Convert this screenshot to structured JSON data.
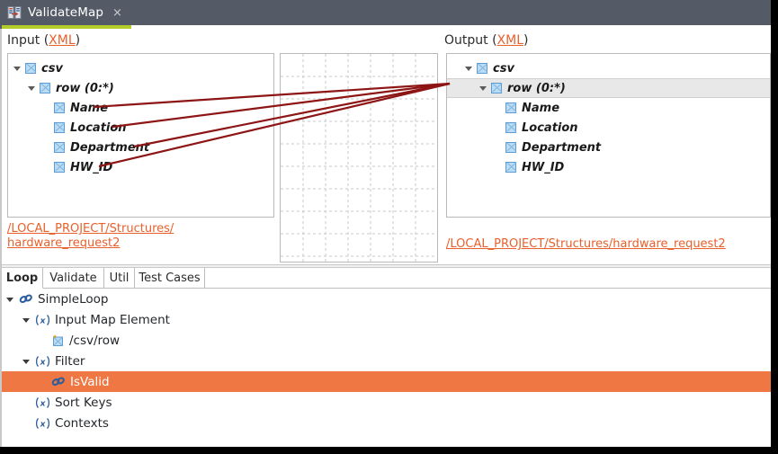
{
  "window": {
    "tab": {
      "title": "ValidateMap",
      "close_label": "×",
      "icon": "map-document-icon"
    },
    "accent_color": "#b4cc2a",
    "titlebar_color": "#555b66"
  },
  "mapping": {
    "input_panel": {
      "header_prefix": "Input (",
      "header_link": "XML",
      "header_suffix": ")",
      "path": "/LOCAL_PROJECT/Structures/\nhardware_request2",
      "tree": [
        {
          "label": "csv",
          "depth": 0,
          "expanded": true,
          "icon": "element-icon"
        },
        {
          "label": "row (0:*)",
          "depth": 1,
          "expanded": true,
          "icon": "element-icon"
        },
        {
          "label": "Name",
          "depth": 2,
          "expanded": false,
          "icon": "element-icon"
        },
        {
          "label": "Location",
          "depth": 2,
          "expanded": false,
          "icon": "element-icon"
        },
        {
          "label": "Department",
          "depth": 2,
          "expanded": false,
          "icon": "element-icon"
        },
        {
          "label": "HW_ID",
          "depth": 2,
          "expanded": false,
          "icon": "element-icon"
        }
      ]
    },
    "output_panel": {
      "header_prefix": "Output (",
      "header_link": "XML",
      "header_suffix": ")",
      "path": "/LOCAL_PROJECT/Structures/hardware_request2",
      "tree": [
        {
          "label": "csv",
          "depth": 0,
          "expanded": true,
          "icon": "element-icon",
          "selected": false,
          "marker": false
        },
        {
          "label": "row (0:*)",
          "depth": 1,
          "expanded": true,
          "icon": "element-icon",
          "selected": true,
          "marker": true
        },
        {
          "label": "Name",
          "depth": 2,
          "expanded": false,
          "icon": "element-icon",
          "selected": false,
          "marker": false
        },
        {
          "label": "Location",
          "depth": 2,
          "expanded": false,
          "icon": "element-icon",
          "selected": false,
          "marker": false
        },
        {
          "label": "Department",
          "depth": 2,
          "expanded": false,
          "icon": "element-icon",
          "selected": false,
          "marker": false
        },
        {
          "label": "HW_ID",
          "depth": 2,
          "expanded": false,
          "icon": "element-icon",
          "selected": false,
          "marker": false
        }
      ]
    },
    "links": {
      "color": "#8e1515",
      "grid_color": "#c8c8c8",
      "grid_spacing": 25,
      "connections": [
        {
          "from": "Name",
          "to": "row (0:*)"
        },
        {
          "from": "Location",
          "to": "row (0:*)"
        },
        {
          "from": "Department",
          "to": "row (0:*)"
        },
        {
          "from": "HW_ID",
          "to": "row (0:*)"
        }
      ]
    }
  },
  "properties": {
    "tabs": [
      {
        "label": "Loop",
        "active": true
      },
      {
        "label": "Validate",
        "active": false
      },
      {
        "label": "Util",
        "active": false
      },
      {
        "label": "Test Cases",
        "active": false
      }
    ],
    "selection_color": "#ee7744",
    "tree": [
      {
        "label": "SimpleLoop",
        "depth": 0,
        "expanded": true,
        "icon": "chain-link-icon",
        "selected": false
      },
      {
        "label": "Input Map Element",
        "depth": 1,
        "expanded": true,
        "icon": "function-icon",
        "selected": false
      },
      {
        "label": "/csv/row",
        "depth": 2,
        "expanded": null,
        "icon": "map-element-icon",
        "selected": false
      },
      {
        "label": "Filter",
        "depth": 1,
        "expanded": true,
        "icon": "function-icon",
        "selected": false
      },
      {
        "label": "IsValid",
        "depth": 2,
        "expanded": null,
        "icon": "chain-link-icon",
        "selected": true
      },
      {
        "label": "Sort Keys",
        "depth": 1,
        "expanded": null,
        "icon": "function-icon",
        "selected": false
      },
      {
        "label": "Contexts",
        "depth": 1,
        "expanded": null,
        "icon": "function-icon",
        "selected": false
      }
    ]
  }
}
